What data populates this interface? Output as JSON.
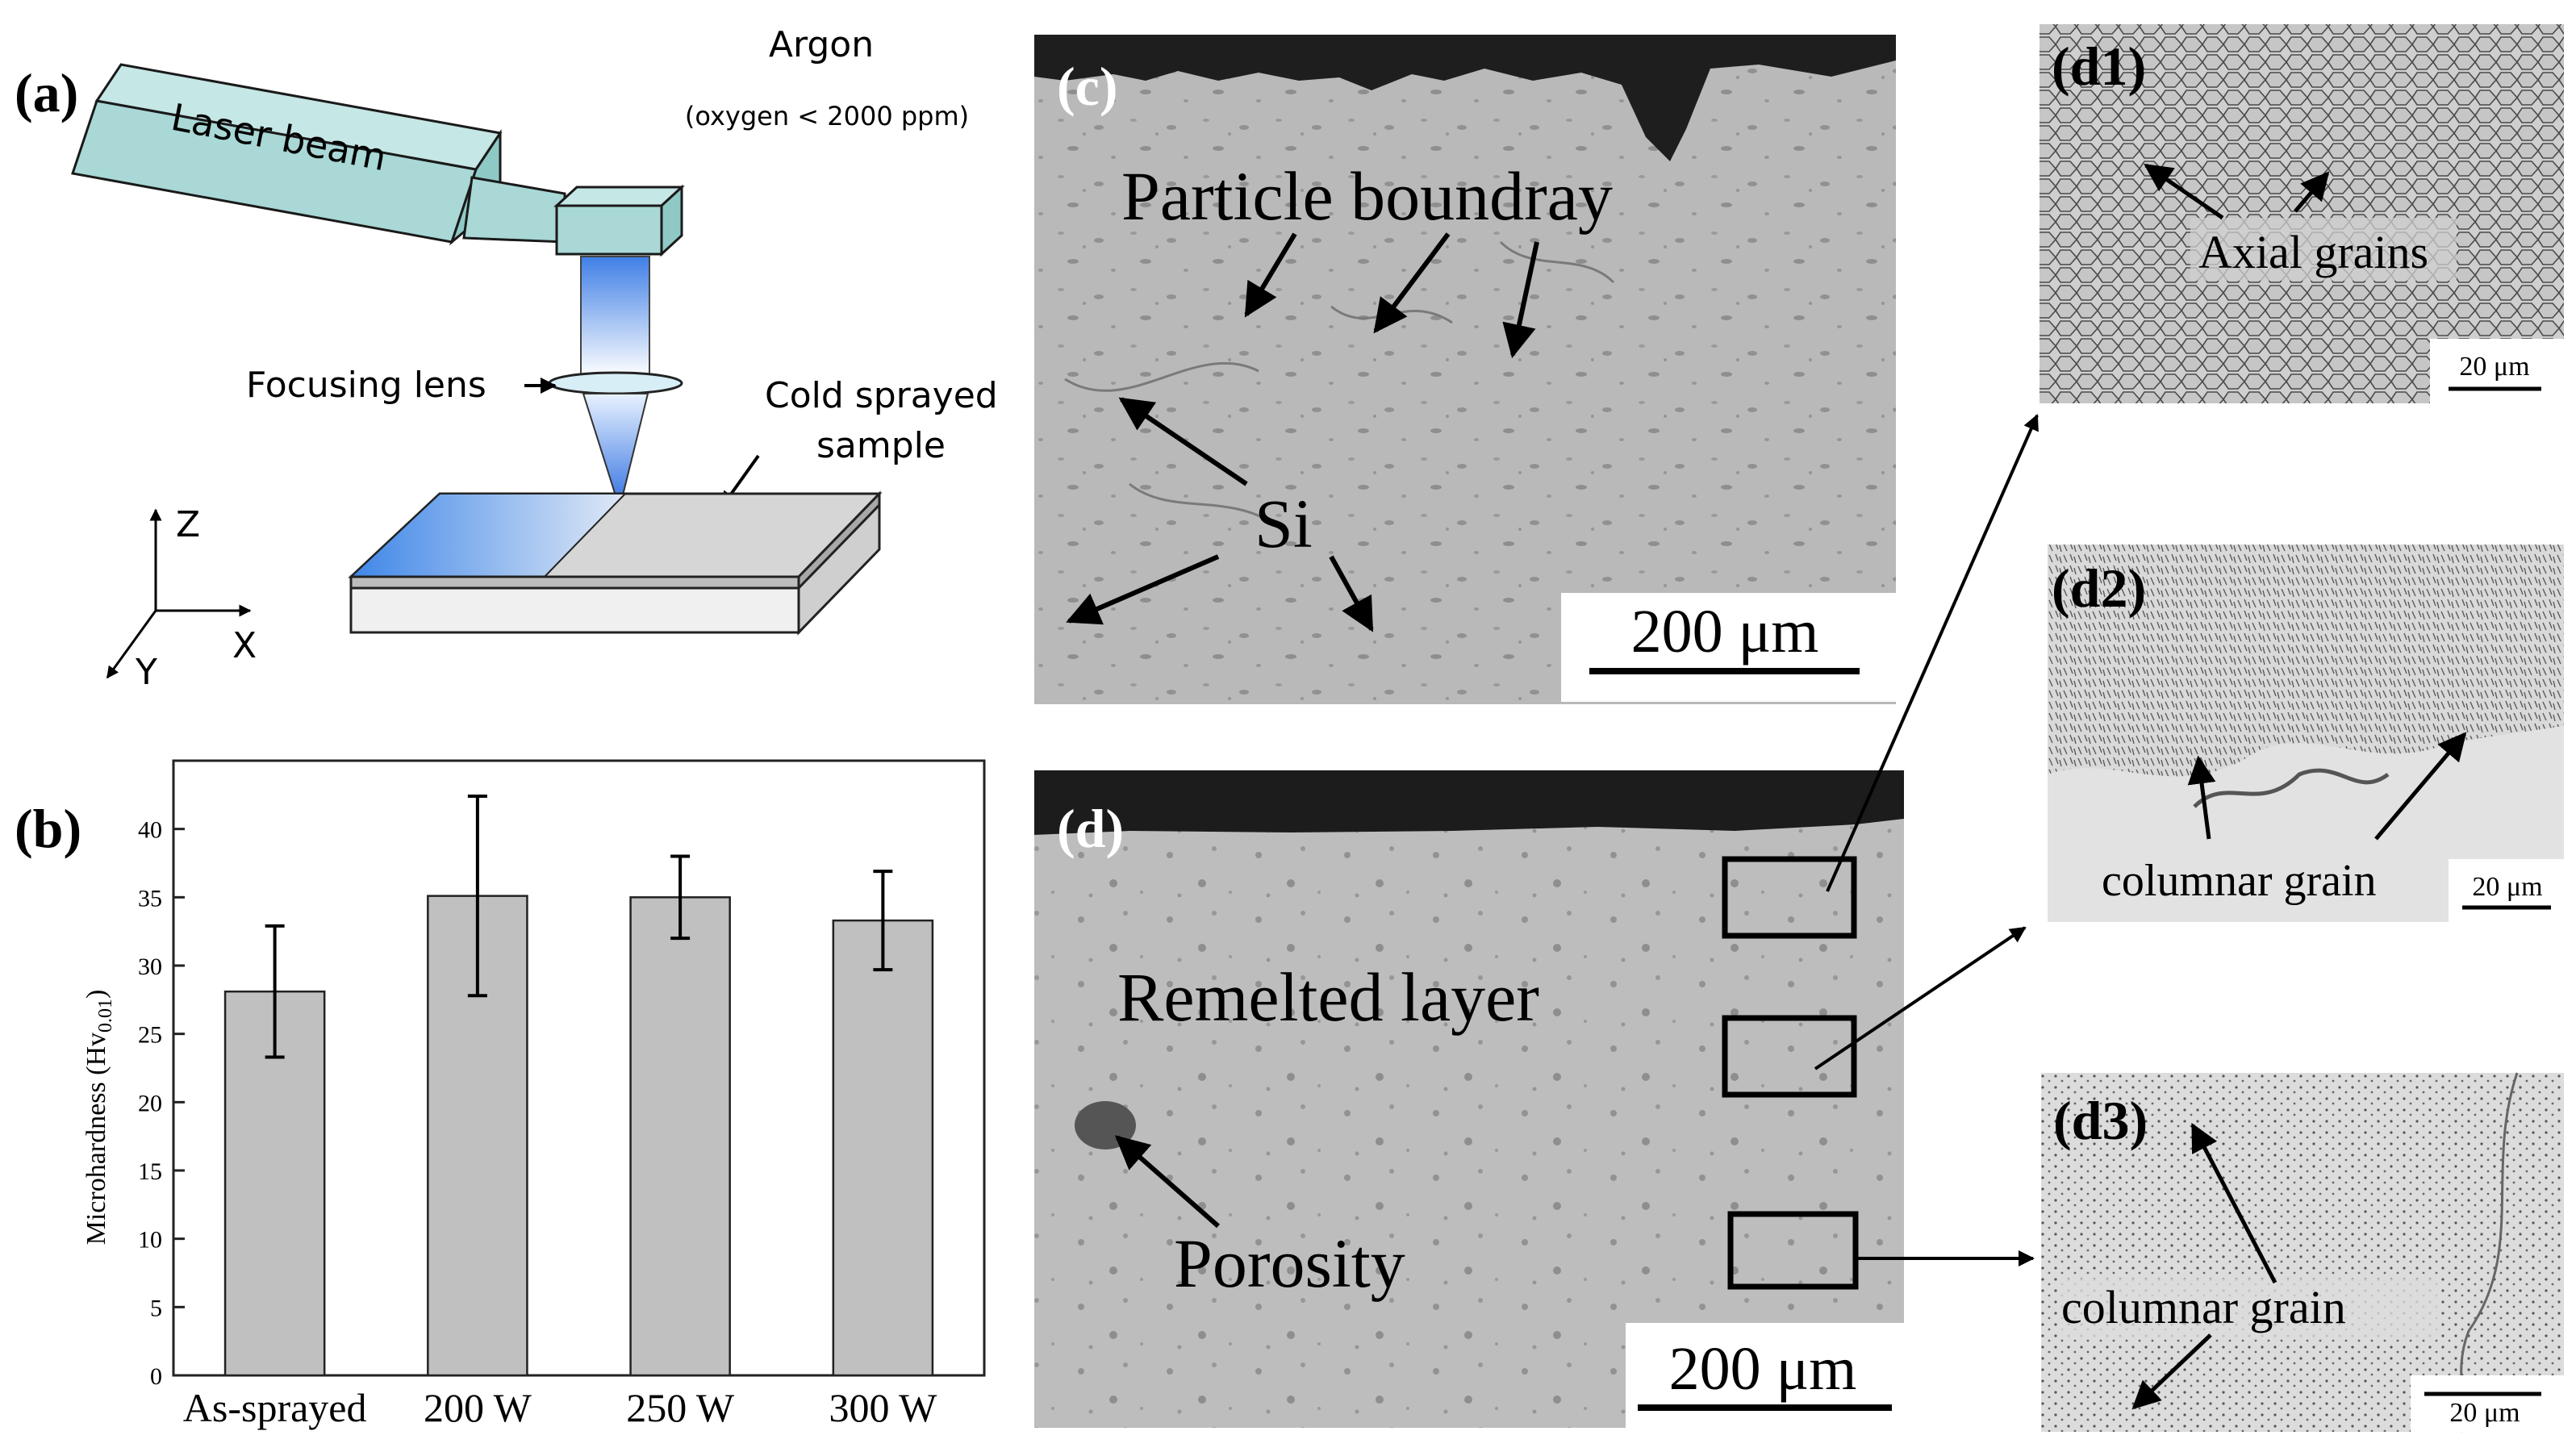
{
  "figure": {
    "panels": {
      "a": "(a)",
      "b": "(b)",
      "c": "(c)",
      "d": "(d)",
      "d1": "(d1)",
      "d2": "(d2)",
      "d3": "(d3)"
    },
    "schematic": {
      "gas": "Argon",
      "gas_note": "(oxygen < 2000 ppm)",
      "laser": "Laser beam",
      "lens": "Focusing lens",
      "sample_line1": "Cold sprayed",
      "sample_line2": "sample",
      "axis_z": "Z",
      "axis_x": "X",
      "axis_y": "Y"
    },
    "micrograph_c": {
      "label_boundary": "Particle boundray",
      "label_si": "Si",
      "scale": "200 μm"
    },
    "micrograph_d": {
      "label_layer": "Remelted layer",
      "label_porosity": "Porosity",
      "scale": "200 μm"
    },
    "micrograph_d1": {
      "label": "Axial grains",
      "scale": "20 μm"
    },
    "micrograph_d2": {
      "label": "columnar grain",
      "scale": "20 μm"
    },
    "micrograph_d3": {
      "label": "columnar grain",
      "scale": "20 μm"
    },
    "colors": {
      "bar_fill": "#c0c0c0",
      "laser_body": "#a9d8d6",
      "micrograph_bg": "#b8b8b8"
    }
  },
  "chart_data": {
    "type": "bar",
    "categories": [
      "As-sprayed",
      "200 W",
      "250 W",
      "300 W"
    ],
    "values": [
      28.1,
      35.1,
      35.0,
      33.3
    ],
    "errors": [
      4.8,
      7.3,
      3.0,
      3.6
    ],
    "ylabel_main": "Microhardness (Hv",
    "ylabel_sub": "0.01",
    "ylabel_close": ")",
    "ylim": [
      0,
      45
    ],
    "yticks": [
      0,
      5,
      10,
      15,
      20,
      25,
      30,
      35,
      40
    ],
    "grid": false
  }
}
